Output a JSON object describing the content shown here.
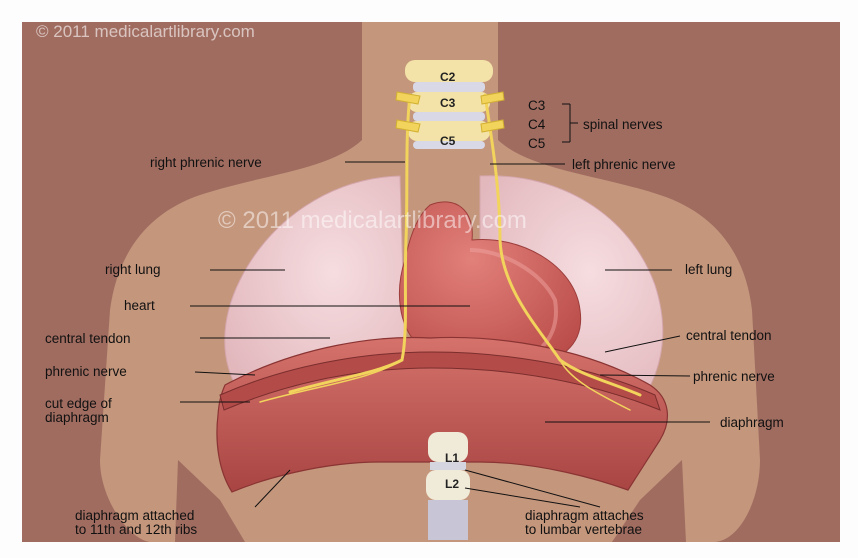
{
  "watermark_top": "© 2011 medicalartlibrary.com",
  "watermark_center": "© 2011 medicalartlibrary.com",
  "vertebrae": {
    "c2": "C2",
    "c3": "C3",
    "c5": "C5",
    "l1": "L1",
    "l2": "L2"
  },
  "labels": {
    "c3": "C3",
    "c4": "C4",
    "c5": "C5",
    "spinal_nerves": "spinal nerves",
    "right_phrenic_nerve": "right phrenic nerve",
    "left_phrenic_nerve": "left phrenic nerve",
    "right_lung": "right lung",
    "left_lung": "left lung",
    "heart": "heart",
    "central_tendon_left": "central tendon",
    "central_tendon_right": "central tendon",
    "phrenic_nerve_left": "phrenic nerve",
    "phrenic_nerve_right": "phrenic nerve",
    "cut_edge_1": "cut edge of",
    "cut_edge_2": "diaphragm",
    "diaphragm": "diaphragm",
    "ribs_1": "diaphragm attached",
    "ribs_2": "to 11th and 12th ribs",
    "lumbar_1": "diaphragm attaches",
    "lumbar_2": "to lumbar vertebrae"
  },
  "colors": {
    "background": "#a06c60",
    "skin": "#c4967c",
    "lung": "#eecfd4",
    "heart": "#cf5d58",
    "diaphragm": "#c55c56",
    "nerve": "#f2d35c",
    "bone": "#f3ead8"
  }
}
